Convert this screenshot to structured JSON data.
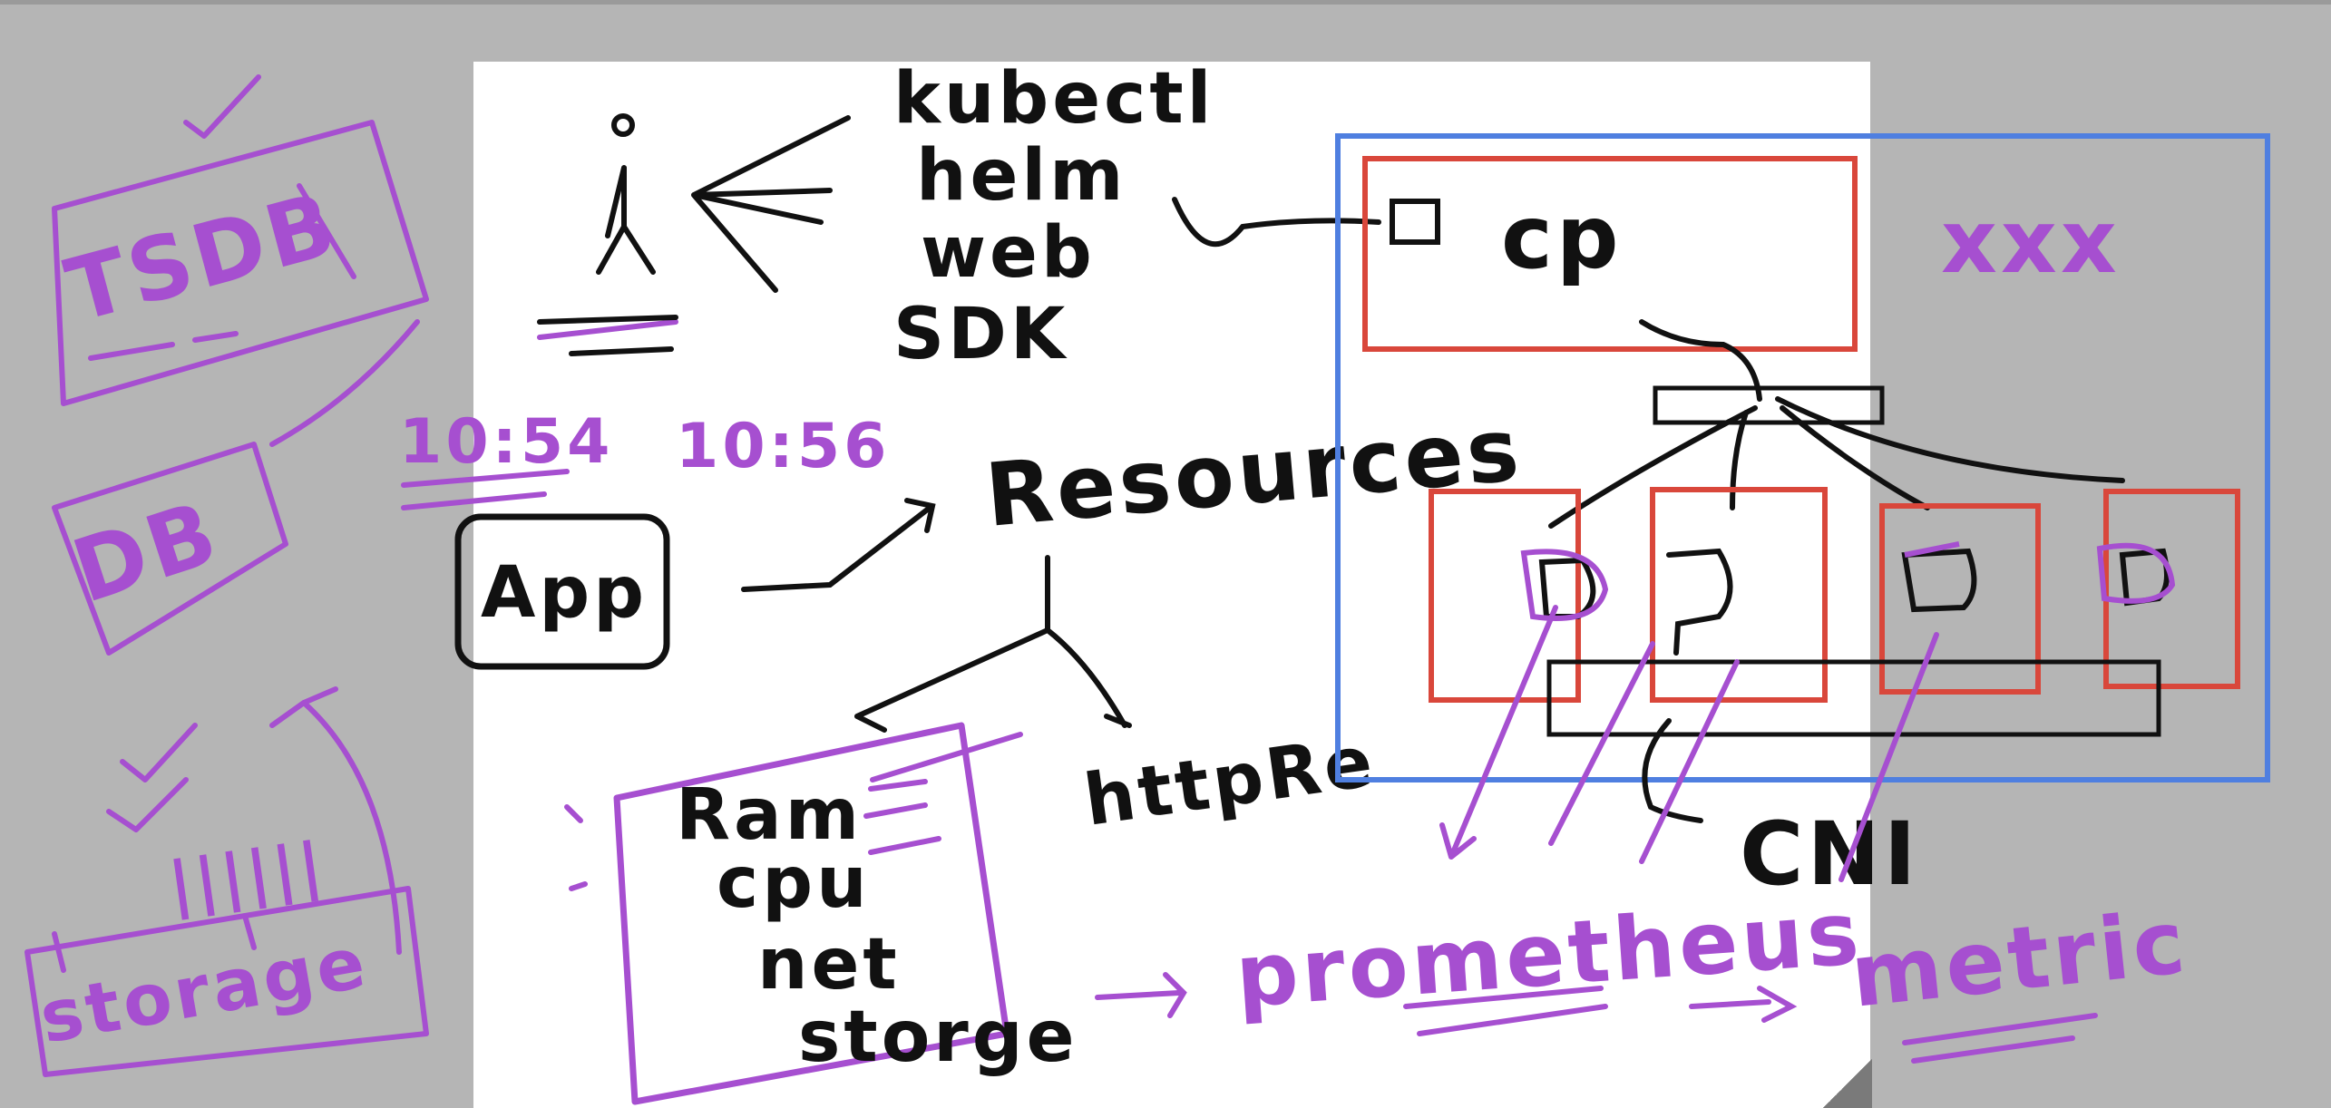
{
  "colors": {
    "background": "#b5b5b5",
    "page": "#ffffff",
    "ink_black": "#111111",
    "ink_purple": "#a64fd0",
    "box_red": "#d9473b",
    "box_blue": "#4f7fe0"
  },
  "left_margin": {
    "tsdb_label": "TSDB",
    "db_label": "DB",
    "storage_label": "storage",
    "tally_label": "||||||"
  },
  "times": {
    "time_1": "10:54",
    "time_2": "10:56"
  },
  "tools": [
    "kubectl",
    "helm",
    "web",
    "SDK"
  ],
  "app_label": "App",
  "resources_label": "Resources",
  "resource_list": [
    "Ram",
    "cpu",
    "net",
    "storge"
  ],
  "http_label": "httpRe",
  "cluster": {
    "cp_label": "cp",
    "xxx_label": "xxx",
    "cni_label": "CNI"
  },
  "prometheus_label": "prometheus",
  "metric_label": "metric"
}
